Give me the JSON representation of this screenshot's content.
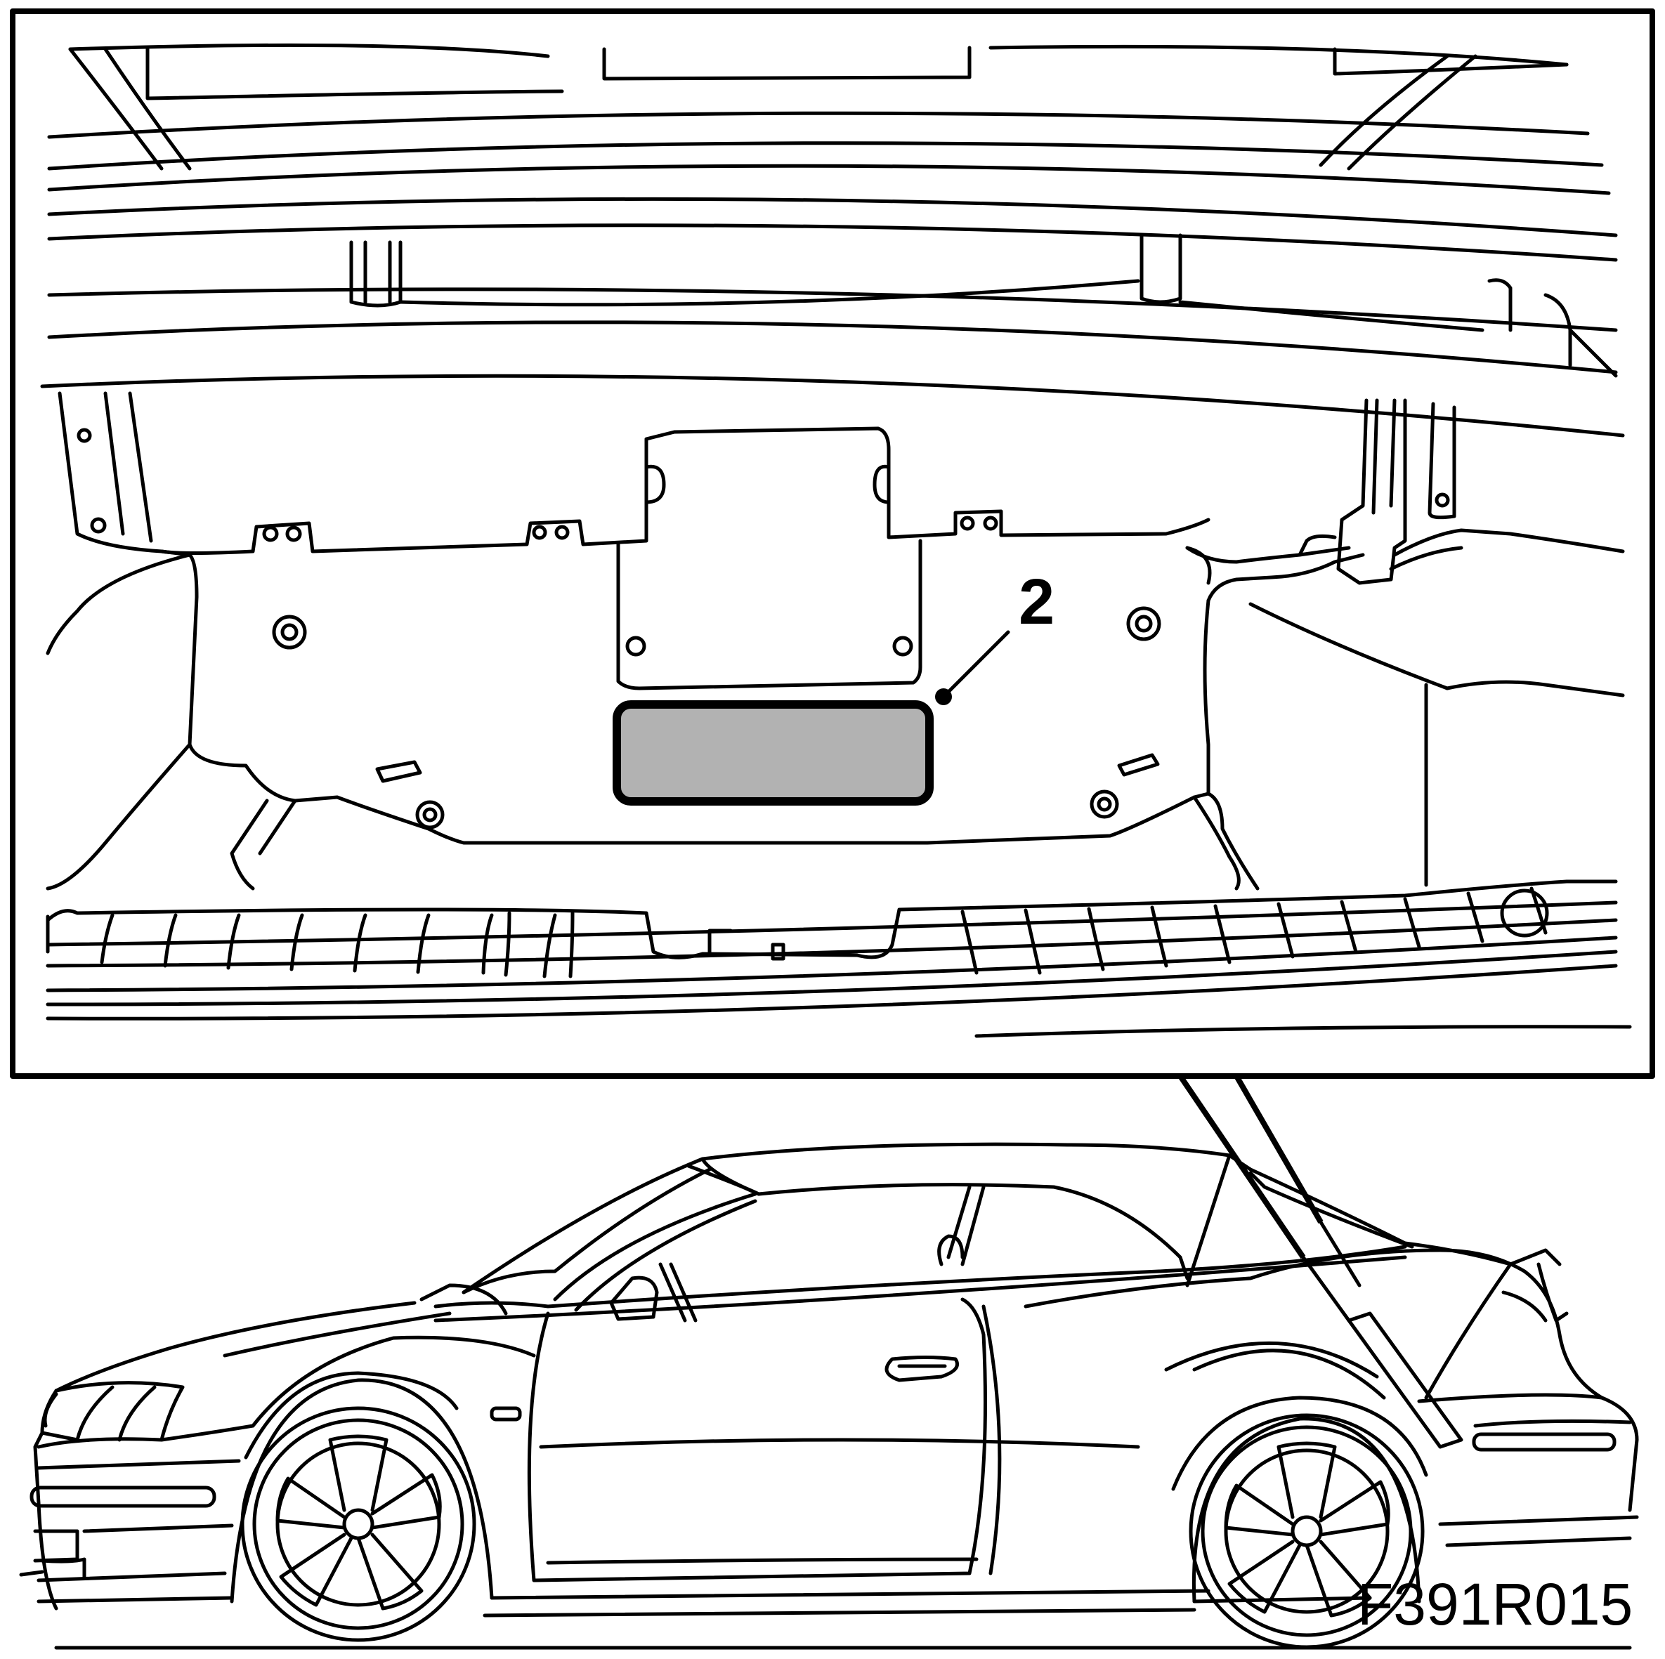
{
  "callout": {
    "label": "2"
  },
  "figure_id": "F391R015",
  "colors": {
    "line": "#000000",
    "highlight_fill": "#b2b2b2",
    "background": "#ffffff"
  },
  "parts": {
    "highlighted_part": "grey-rectangle",
    "vehicle": "convertible-side-view"
  }
}
